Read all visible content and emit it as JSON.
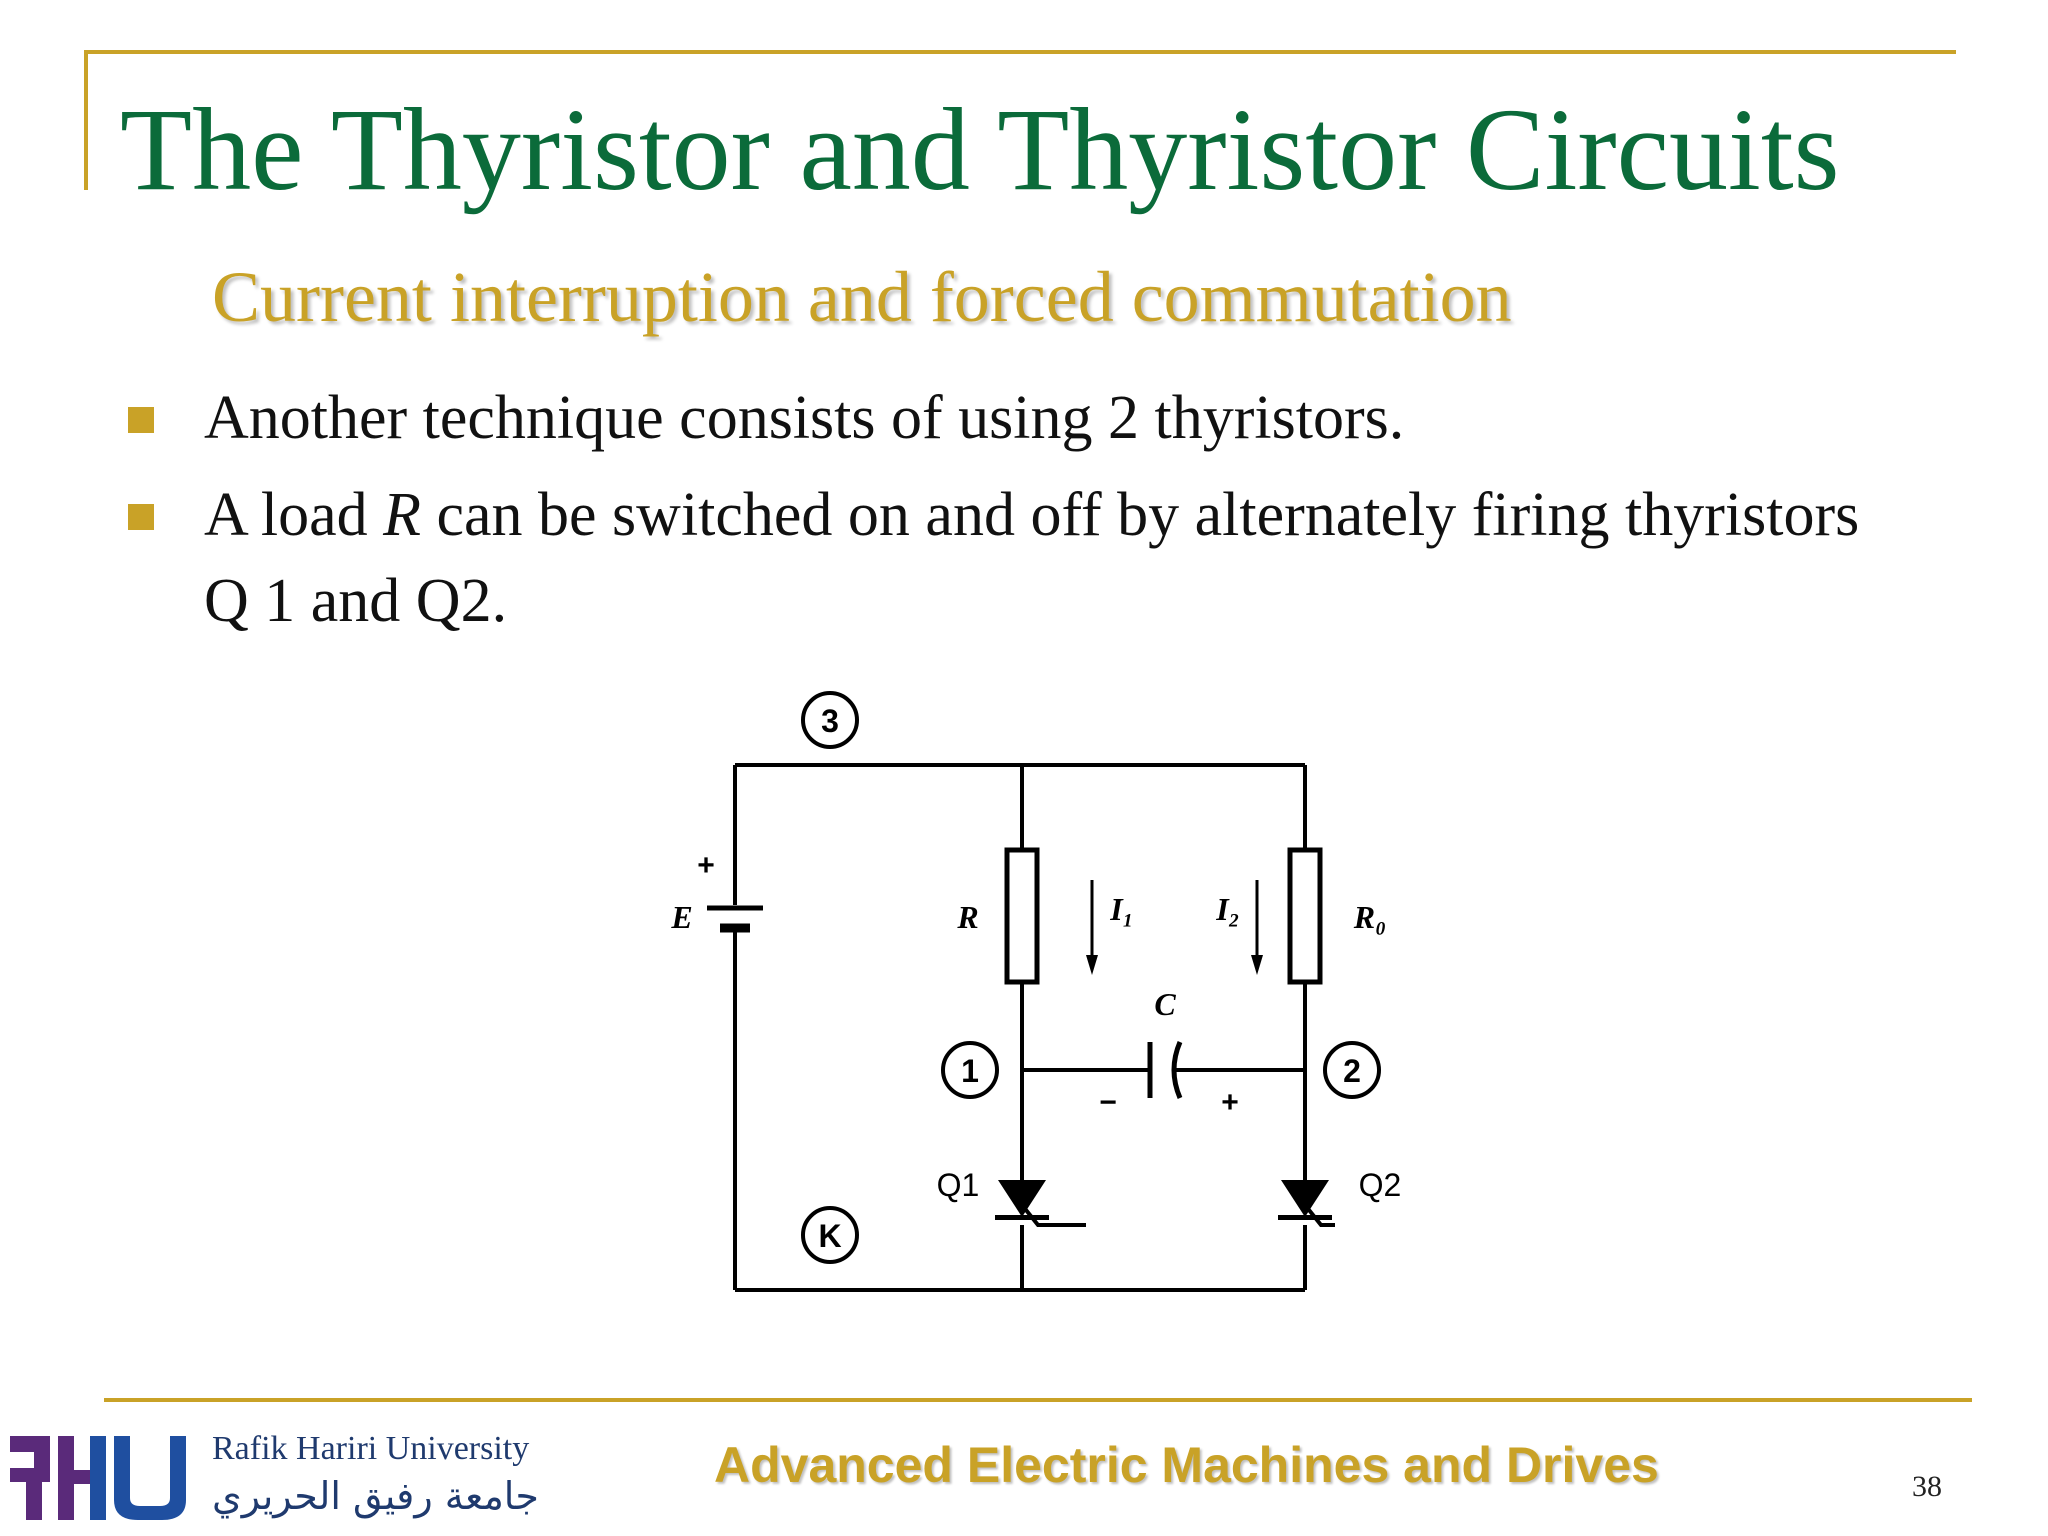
{
  "slide": {
    "title": "The Thyristor and Thyristor Circuits",
    "subtitle": "Current interruption and forced commutation",
    "bullets": [
      {
        "pre": "Another technique consists of using 2 thyristors.",
        "italic": "",
        "post": ""
      },
      {
        "pre": "A load ",
        "italic": "R",
        "post": " can be switched on and off by alternately firing thyristors Q 1 and Q2."
      }
    ],
    "page_number": "38"
  },
  "circuit": {
    "node_3": "3",
    "node_1": "1",
    "node_2": "2",
    "node_k": "K",
    "source_label": "E",
    "source_plus": "+",
    "load_label": "R",
    "aux_resistor_label": "R₀",
    "current_1": "I₁",
    "current_2": "I₂",
    "capacitor_label": "C",
    "cap_minus": "−",
    "cap_plus": "+",
    "thyristor_1": "Q1",
    "thyristor_2": "Q2"
  },
  "footer": {
    "university_en": "Rafik Hariri University",
    "university_ar": "جامعة رفيق الحريري",
    "logo_text": "RHU",
    "course": "Advanced Electric Machines and Drives"
  },
  "colors": {
    "title": "#0B6B3A",
    "accent_gold": "#C9A227",
    "logo_purple": "#5A2A7A",
    "logo_blue": "#1F4FA0"
  }
}
